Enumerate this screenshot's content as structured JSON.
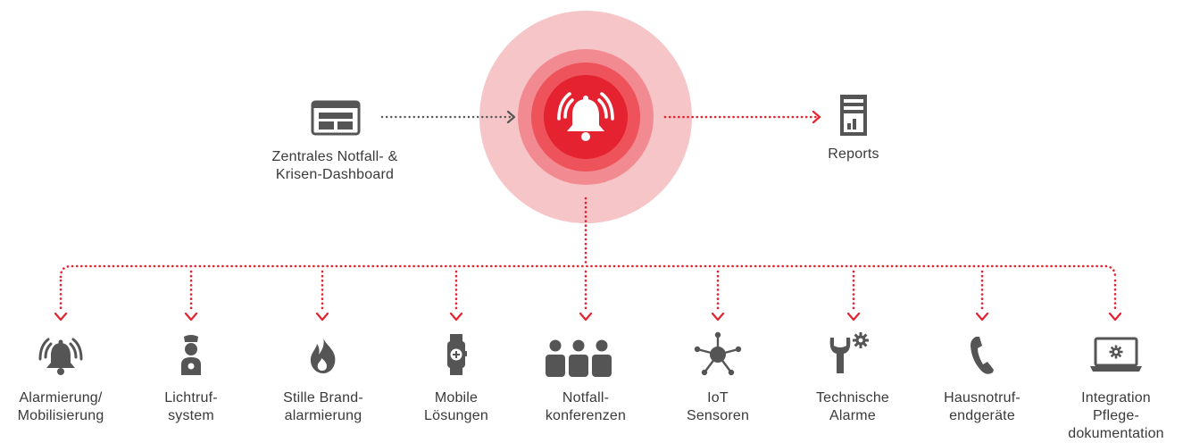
{
  "colors": {
    "accent": "#e52330",
    "icon_gray": "#555555",
    "halo_outer": "#f6c5c7",
    "halo_2": "#f28b91",
    "halo_3": "#ee535b"
  },
  "dashboard": {
    "label_lines": [
      "Zentrales Notfall- &",
      "Krisen-Dashboard"
    ],
    "icon": "dashboard-icon"
  },
  "reports": {
    "label": "Reports",
    "icon": "report-icon"
  },
  "center": {
    "icon": "alarm-bell-icon"
  },
  "items": [
    {
      "icon": "alarm-bell-icon",
      "lines": [
        "Alarmierung/",
        "Mobilisierung"
      ]
    },
    {
      "icon": "nurse-call-icon",
      "lines": [
        "Lichtruf-",
        "system"
      ]
    },
    {
      "icon": "flame-icon",
      "lines": [
        "Stille Brand-",
        "alarmierung"
      ]
    },
    {
      "icon": "smartwatch-icon",
      "lines": [
        "Mobile",
        "Lösungen"
      ]
    },
    {
      "icon": "people-group-icon",
      "lines": [
        "Notfall-",
        "konferenzen"
      ]
    },
    {
      "icon": "iot-network-icon",
      "lines": [
        "IoT",
        "Sensoren"
      ]
    },
    {
      "icon": "wrench-gear-icon",
      "lines": [
        "Technische",
        "Alarme"
      ]
    },
    {
      "icon": "phone-icon",
      "lines": [
        "Hausnotruf-",
        "endgeräte"
      ]
    },
    {
      "icon": "laptop-gear-icon",
      "lines": [
        "Integration",
        "Pflege-",
        "dokumentation"
      ]
    }
  ]
}
